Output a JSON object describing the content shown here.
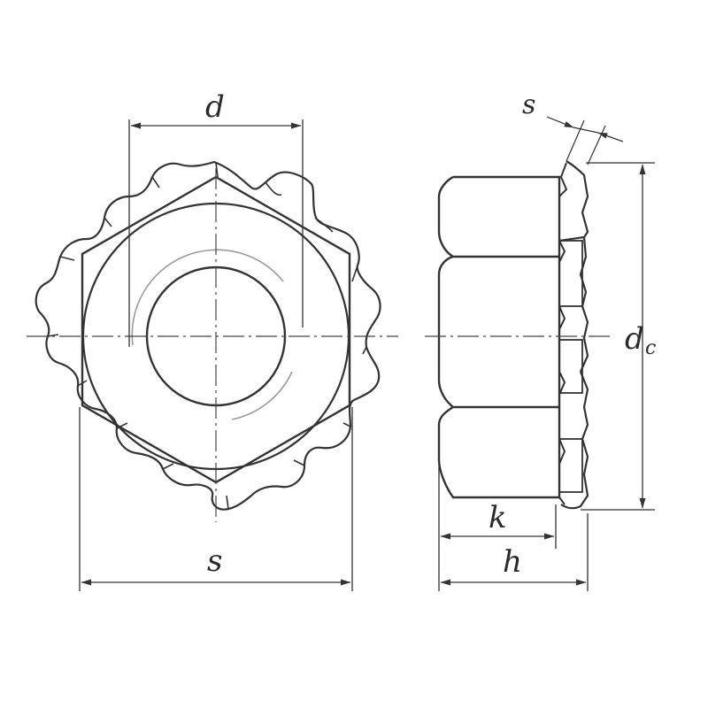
{
  "labels": {
    "d": "d",
    "s_front": "s",
    "s_side": "s",
    "k": "k",
    "h": "h",
    "dc": "d",
    "dc_sub": "c"
  },
  "colors": {
    "line": "#333333",
    "background": "#ffffff",
    "thread_arc": "#9a9a9a"
  }
}
